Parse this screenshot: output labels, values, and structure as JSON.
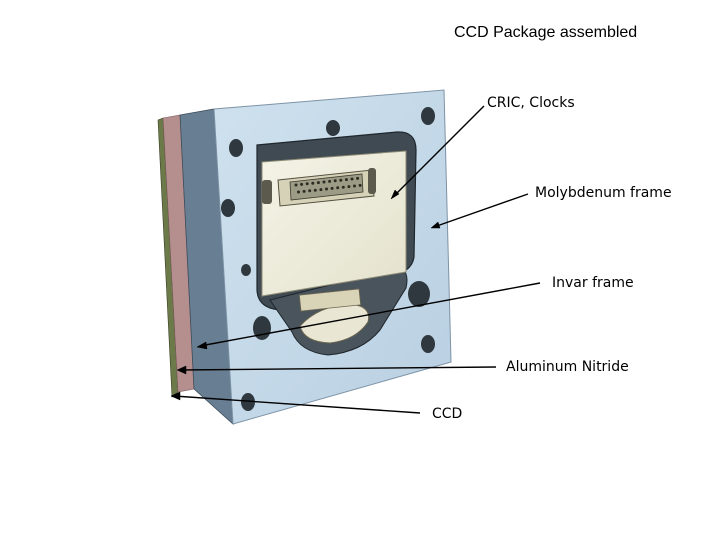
{
  "title": "CCD Package assembled",
  "labels": {
    "cric_clocks": "CRIC, Clocks",
    "molybdenum_frame": "Molybdenum frame",
    "invar_frame": "Invar frame",
    "aluminum_nitride": "Aluminum Nitride",
    "ccd": "CCD"
  }
}
